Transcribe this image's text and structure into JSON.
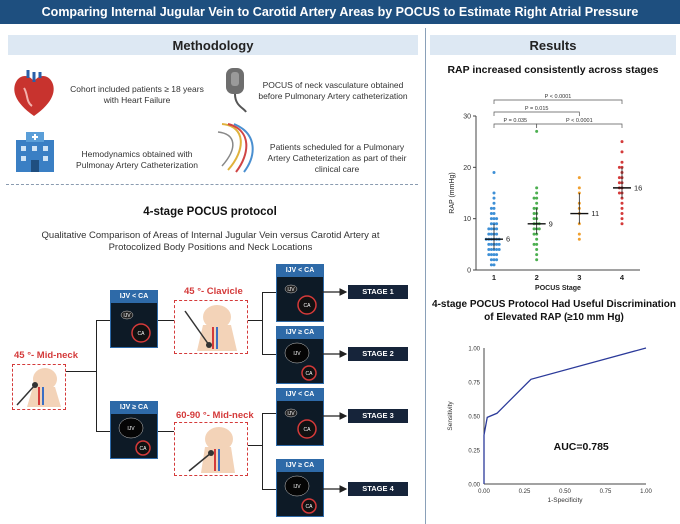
{
  "banner": "Comparing Internal Jugular Vein to Carotid Artery Areas by POCUS to Estimate Right Atrial Pressure",
  "methodology": {
    "header": "Methodology",
    "items": [
      "Cohort included patients ≥ 18 years with Heart Failure",
      "POCUS of neck vasculature obtained before Pulmonary Artery catheterization",
      "Hemodynamics  obtained with Pulmonay Artery Catheterization",
      "Patients scheduled for a Pulmonary Artery Catheterization as part of their clinical care"
    ],
    "protocol_title": "4-stage POCUS protocol",
    "protocol_subtitle": "Qualitative Comparison of Areas of Internal Jugular Vein versus Carotid Artery at Protocolized Body Positions and Neck Locations",
    "positions": {
      "p1": "45 °- Mid-neck",
      "p2": "45 °- Clavicle",
      "p3": "60-90 °- Mid-neck"
    },
    "ijv_lt": "IJV < CA",
    "ijv_ge": "IJV ≥ CA",
    "ijv": "IJV",
    "ca": "CA",
    "stages": [
      "STAGE 1",
      "STAGE 2",
      "STAGE 3",
      "STAGE 4"
    ]
  },
  "results": {
    "header": "Results",
    "chart1_title": "RAP increased consistently across stages",
    "chart2_title": "4-stage POCUS Protocol Had Useful Discrimination of Elevated RAP (≥10 mm Hg)",
    "auc": "AUC=0.785"
  },
  "chart_data": [
    {
      "type": "scatter",
      "title": "RAP increased consistently across stages",
      "xlabel": "POCUS Stage",
      "ylabel": "RAP (mmHg)",
      "categories": [
        "1",
        "2",
        "3",
        "4"
      ],
      "ylim": [
        0,
        30
      ],
      "yticks": [
        0,
        10,
        20,
        30
      ],
      "medians": [
        6,
        9,
        11,
        16
      ],
      "colors": [
        "#3d8fd6",
        "#4caf50",
        "#f0a030",
        "#d43a3a"
      ],
      "series": [
        {
          "values": [
            1,
            1,
            2,
            2,
            2,
            3,
            3,
            3,
            3,
            4,
            4,
            4,
            4,
            4,
            5,
            5,
            5,
            5,
            5,
            6,
            6,
            6,
            6,
            6,
            6,
            7,
            7,
            7,
            7,
            8,
            8,
            8,
            8,
            9,
            9,
            9,
            10,
            10,
            10,
            11,
            11,
            12,
            12,
            13,
            14,
            15,
            19
          ]
        },
        {
          "values": [
            2,
            3,
            4,
            5,
            5,
            6,
            7,
            7,
            8,
            8,
            8,
            9,
            9,
            9,
            10,
            10,
            11,
            11,
            12,
            12,
            13,
            14,
            14,
            15,
            16,
            27
          ]
        },
        {
          "values": [
            6,
            7,
            9,
            11,
            12,
            13,
            15,
            16,
            18
          ]
        },
        {
          "values": [
            9,
            10,
            11,
            12,
            13,
            14,
            15,
            15,
            16,
            16,
            17,
            17,
            18,
            18,
            19,
            20,
            20,
            21,
            23,
            25
          ]
        }
      ],
      "comparisons": [
        {
          "from": "1",
          "to": "2",
          "p": "P = 0.035"
        },
        {
          "from": "1",
          "to": "3",
          "p": "P = 0.015"
        },
        {
          "from": "2",
          "to": "4",
          "p": "P < 0.0001"
        },
        {
          "from": "1",
          "to": "4",
          "p": "P < 0.0001"
        }
      ]
    },
    {
      "type": "line",
      "title": "4-stage POCUS Protocol Had Useful Discrimination of Elevated RAP (≥10 mm Hg)",
      "xlabel": "1-Specificity",
      "ylabel": "Sensitivity",
      "xlim": [
        0,
        1
      ],
      "ylim": [
        0,
        1
      ],
      "ticks": [
        "0.00",
        "0.25",
        "0.50",
        "0.75",
        "1.00"
      ],
      "x": [
        0,
        0,
        0.02,
        0.08,
        0.29,
        1.0
      ],
      "y": [
        0,
        0.36,
        0.49,
        0.52,
        0.77,
        1.0
      ],
      "annotation": "AUC=0.785"
    }
  ]
}
